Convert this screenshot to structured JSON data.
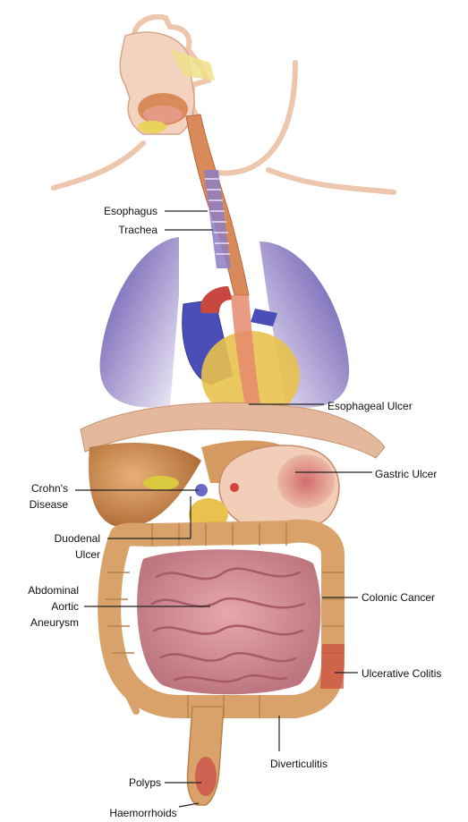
{
  "labels": {
    "esophagus": "Esophagus",
    "trachea": "Trachea",
    "esophageal_ulcer": "Esophageal Ulcer",
    "gastric_ulcer": "Gastric Ulcer",
    "crohns_line1": "Crohn's",
    "crohns_line2": "Disease",
    "duodenal_line1": "Duodenal",
    "duodenal_line2": "Ulcer",
    "abdominal_line1": "Abdominal",
    "abdominal_line2": "Aortic",
    "abdominal_line3": "Aneurysm",
    "colonic_cancer": "Colonic Cancer",
    "ulcerative_colitis": "Ulcerative Colitis",
    "diverticulitis": "Diverticulitis",
    "polyps": "Polyps",
    "haemorrhoids": "Haemorrhoids"
  },
  "colors": {
    "skin_outline": "#e9c2a6",
    "lung": "#6a5bb0",
    "lung_light": "#e6e0f3",
    "heart": "#4a4fb8",
    "liver": "#c07d3c",
    "stomach": "#d4876a",
    "intestine": "#c97b82",
    "colon": "#d9a26a",
    "fat": "#e8c14e",
    "esophagus": "#d98a5a",
    "line": "#222222"
  }
}
